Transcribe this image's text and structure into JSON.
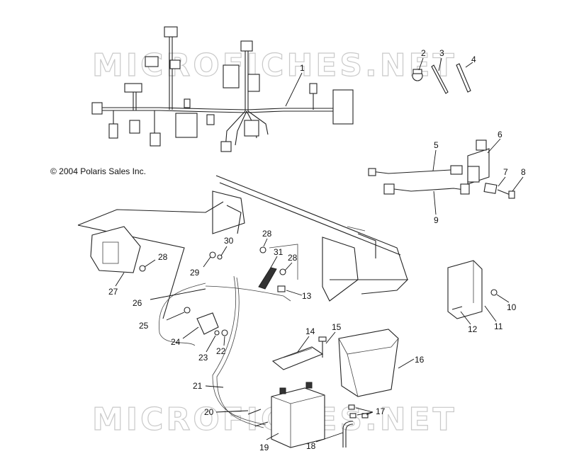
{
  "copyright": "© 2004 Polaris Sales Inc.",
  "watermark": "MICROFICHES.NET",
  "callouts": [
    "1",
    "2",
    "3",
    "4",
    "5",
    "6",
    "7",
    "8",
    "9",
    "10",
    "11",
    "12",
    "13",
    "14",
    "15",
    "16",
    "17",
    "18",
    "19",
    "20",
    "21",
    "22",
    "23",
    "24",
    "25",
    "26",
    "27",
    "28",
    "28",
    "28",
    "29",
    "30",
    "31"
  ]
}
